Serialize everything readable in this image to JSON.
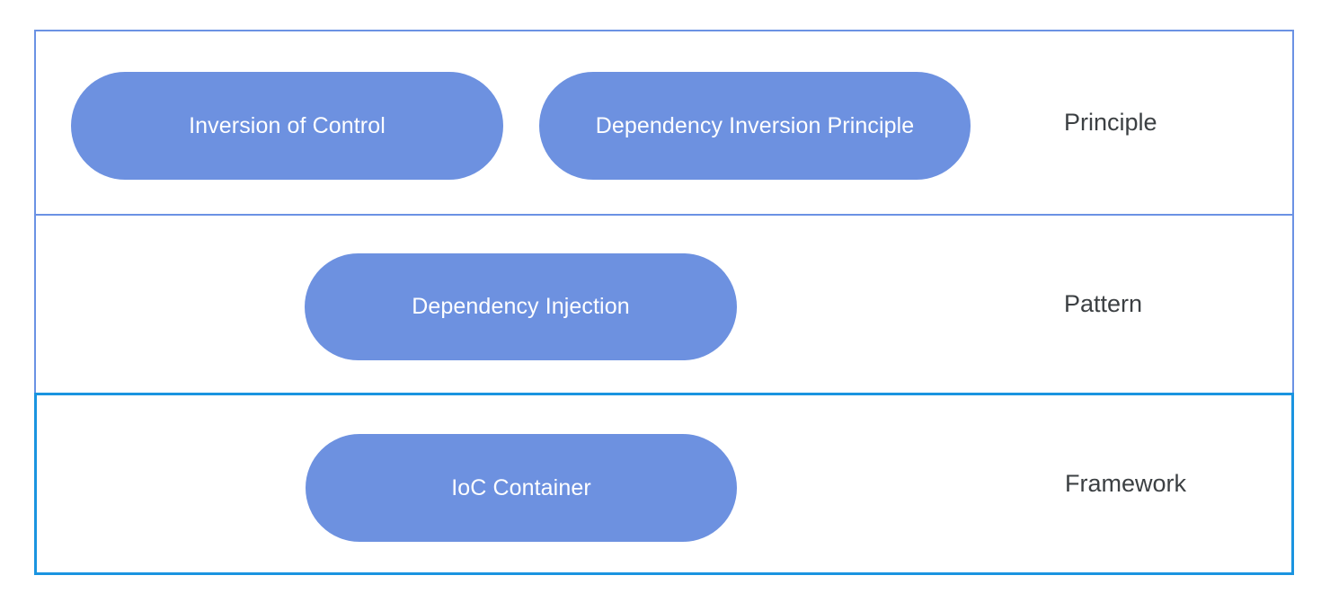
{
  "diagram": {
    "title_visible": false,
    "colors": {
      "pill_fill": "#6d91e0",
      "pill_text": "#ffffff",
      "border_periwinkle": "#6b92e4",
      "border_cyan_blue": "#1a94e0",
      "label_text": "#3c4043",
      "background": "#ffffff"
    },
    "rows": [
      {
        "id": "principle",
        "label": "Principle",
        "border_color": "#6b92e4",
        "nodes": [
          {
            "id": "inversion-of-control",
            "label": "Inversion of Control"
          },
          {
            "id": "dependency-inversion-principle",
            "label": "Dependency Inversion Principle"
          }
        ]
      },
      {
        "id": "pattern",
        "label": "Pattern",
        "border_color": "#6b92e4",
        "nodes": [
          {
            "id": "dependency-injection",
            "label": "Dependency Injection"
          }
        ]
      },
      {
        "id": "framework",
        "label": "Framework",
        "border_color": "#1a94e0",
        "nodes": [
          {
            "id": "ioc-container",
            "label": "IoC Container"
          }
        ]
      }
    ]
  }
}
